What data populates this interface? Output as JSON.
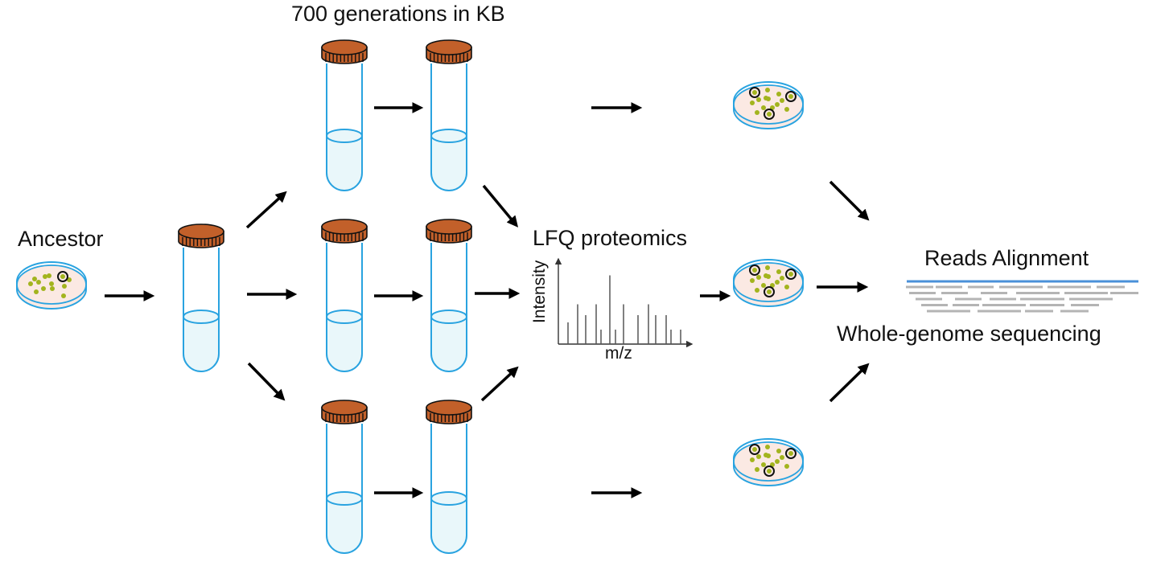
{
  "labels": {
    "ancestor": "Ancestor",
    "generations": "700 generations in KB",
    "proteomics": "LFQ proteomics",
    "intensity": "Intensity",
    "mz": "m/z",
    "reads_alignment": "Reads Alignment",
    "wgs": "Whole-genome sequencing"
  },
  "colors": {
    "cap": "#c2602a",
    "tube_outline": "#29a3e0",
    "liquid": "#e9f7fa",
    "dish_fill": "#fbe9e3",
    "colony": "#a3b41e",
    "arrow": "#000000",
    "reference_line": "#4a90d9",
    "read": "#b4b4b4",
    "spectrum_line": "#555555"
  },
  "spectrum": {
    "peaks_relative_intensity": [
      0.3,
      0.55,
      0.4,
      0.55,
      0.2,
      0.95,
      0.2,
      0.55,
      0.4,
      0.55,
      0.4,
      0.4,
      0.2,
      0.2
    ]
  },
  "evolution_lines": 3,
  "transfers_per_line": 2
}
